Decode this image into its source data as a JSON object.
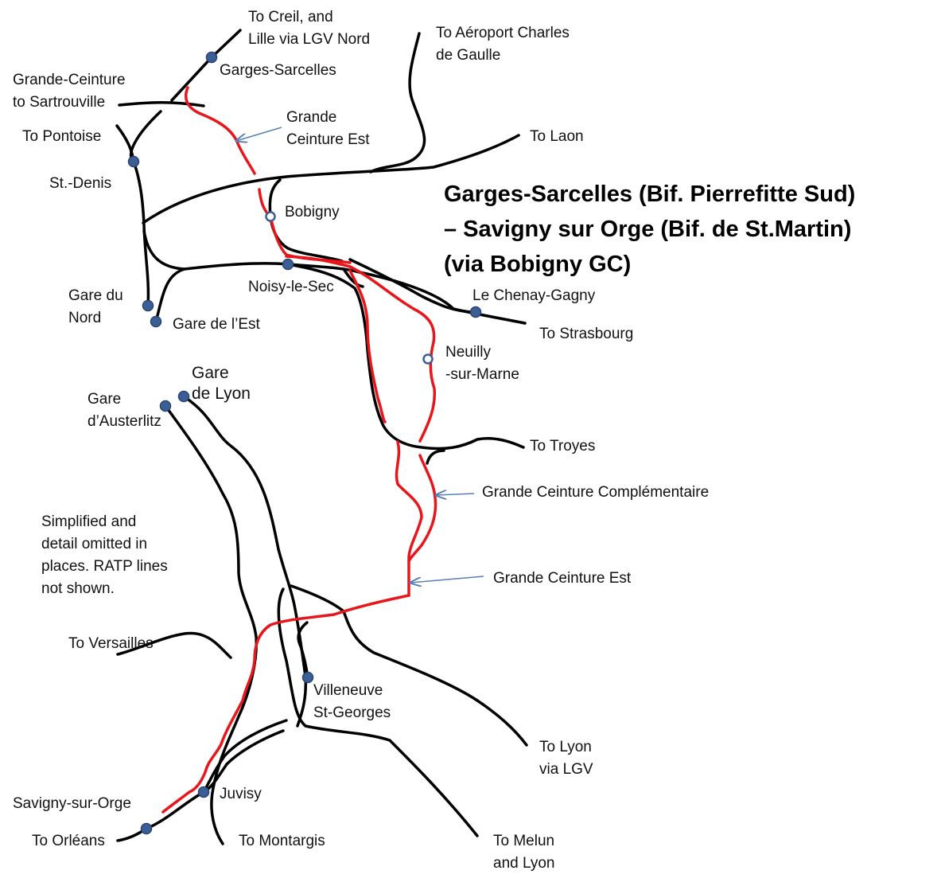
{
  "title": {
    "line1": "Garges-Sarcelles (Bif. Pierrefitte Sud)",
    "line2": "– Savigny sur Orge (Bif. de St.Martin)",
    "line3": "(via Bobigny GC)"
  },
  "note": {
    "line1": "Simplified and",
    "line2": "detail omitted in",
    "line3": "places. RATP lines",
    "line4": "not shown."
  },
  "destinations": {
    "creil_1": "To Creil,  and",
    "creil_2": "Lille via LGV Nord",
    "cdg_1": "To Aéroport Charles",
    "cdg_2": "de Gaulle",
    "laon": "To Laon",
    "pontoise": "To Pontoise",
    "strasbourg": "To Strasbourg",
    "troyes": "To Troyes",
    "versailles": "To Versailles",
    "lyon_lgv_1": "To Lyon",
    "lyon_lgv_2": "via LGV",
    "orleans": "To Orléans",
    "montargis": "To Montargis",
    "melun_1": "To Melun",
    "melun_2": "and Lyon"
  },
  "stations": {
    "garges": "Garges-Sarcelles",
    "st_denis": "St.-Denis",
    "bobigny": "Bobigny",
    "noisy": "Noisy-le-Sec",
    "gare_du_nord_1": "Gare du",
    "gare_du_nord_2": "Nord",
    "gare_de_lest": "Gare de l’Est",
    "chenay": "Le Chenay-Gagny",
    "neuilly_1": "Neuilly",
    "neuilly_2": "-sur-Marne",
    "gare_de_lyon_1": "Gare",
    "gare_de_lyon_2": "de Lyon",
    "austerlitz_1": "Gare",
    "austerlitz_2": "d’Austerlitz",
    "villeneuve_1": "Villeneuve",
    "villeneuve_2": "St-Georges",
    "juvisy": "Juvisy",
    "savigny": "Savigny-sur-Orge"
  },
  "lines": {
    "grande_ceinture_1": "Grande-Ceinture",
    "grande_ceinture_2": "to Sartrouville",
    "gc_est_top_1": "Grande",
    "gc_est_top_2": "Ceinture Est",
    "gc_complementaire": "Grande Ceinture Complémentaire",
    "gc_est_bottom": "Grande Ceinture Est"
  },
  "colors": {
    "route": "#e8151b",
    "track": "#000000",
    "station_fill": "#3b5e96",
    "station_stroke": "#2a4470",
    "arrow": "#5a7fb5"
  },
  "station_styles": {
    "filled": "solid blue dot",
    "open": "white dot with blue ring (Bobigny, Neuilly-sur-Marne)"
  }
}
